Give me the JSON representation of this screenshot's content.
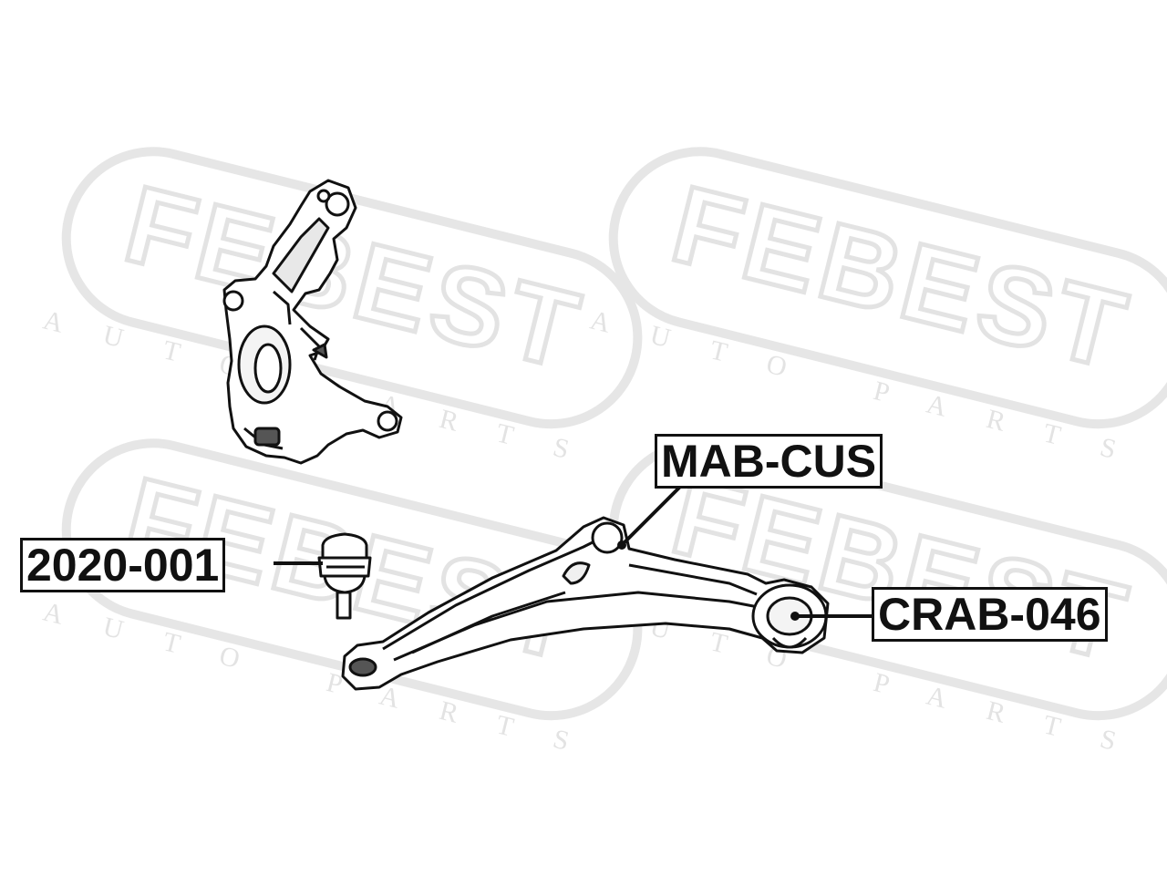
{
  "watermark": {
    "brand": "FEBEST",
    "tagline": "AUTO PARTS",
    "color": "#e6e6e6"
  },
  "part_labels": {
    "ball_joint": "2020-001",
    "arm_bushing_front": "MAB-CUS",
    "arm_bushing_rear": "CRAB-046"
  },
  "colors": {
    "line": "#111111",
    "part_fill": "#ffffff",
    "shade": "#555555"
  }
}
